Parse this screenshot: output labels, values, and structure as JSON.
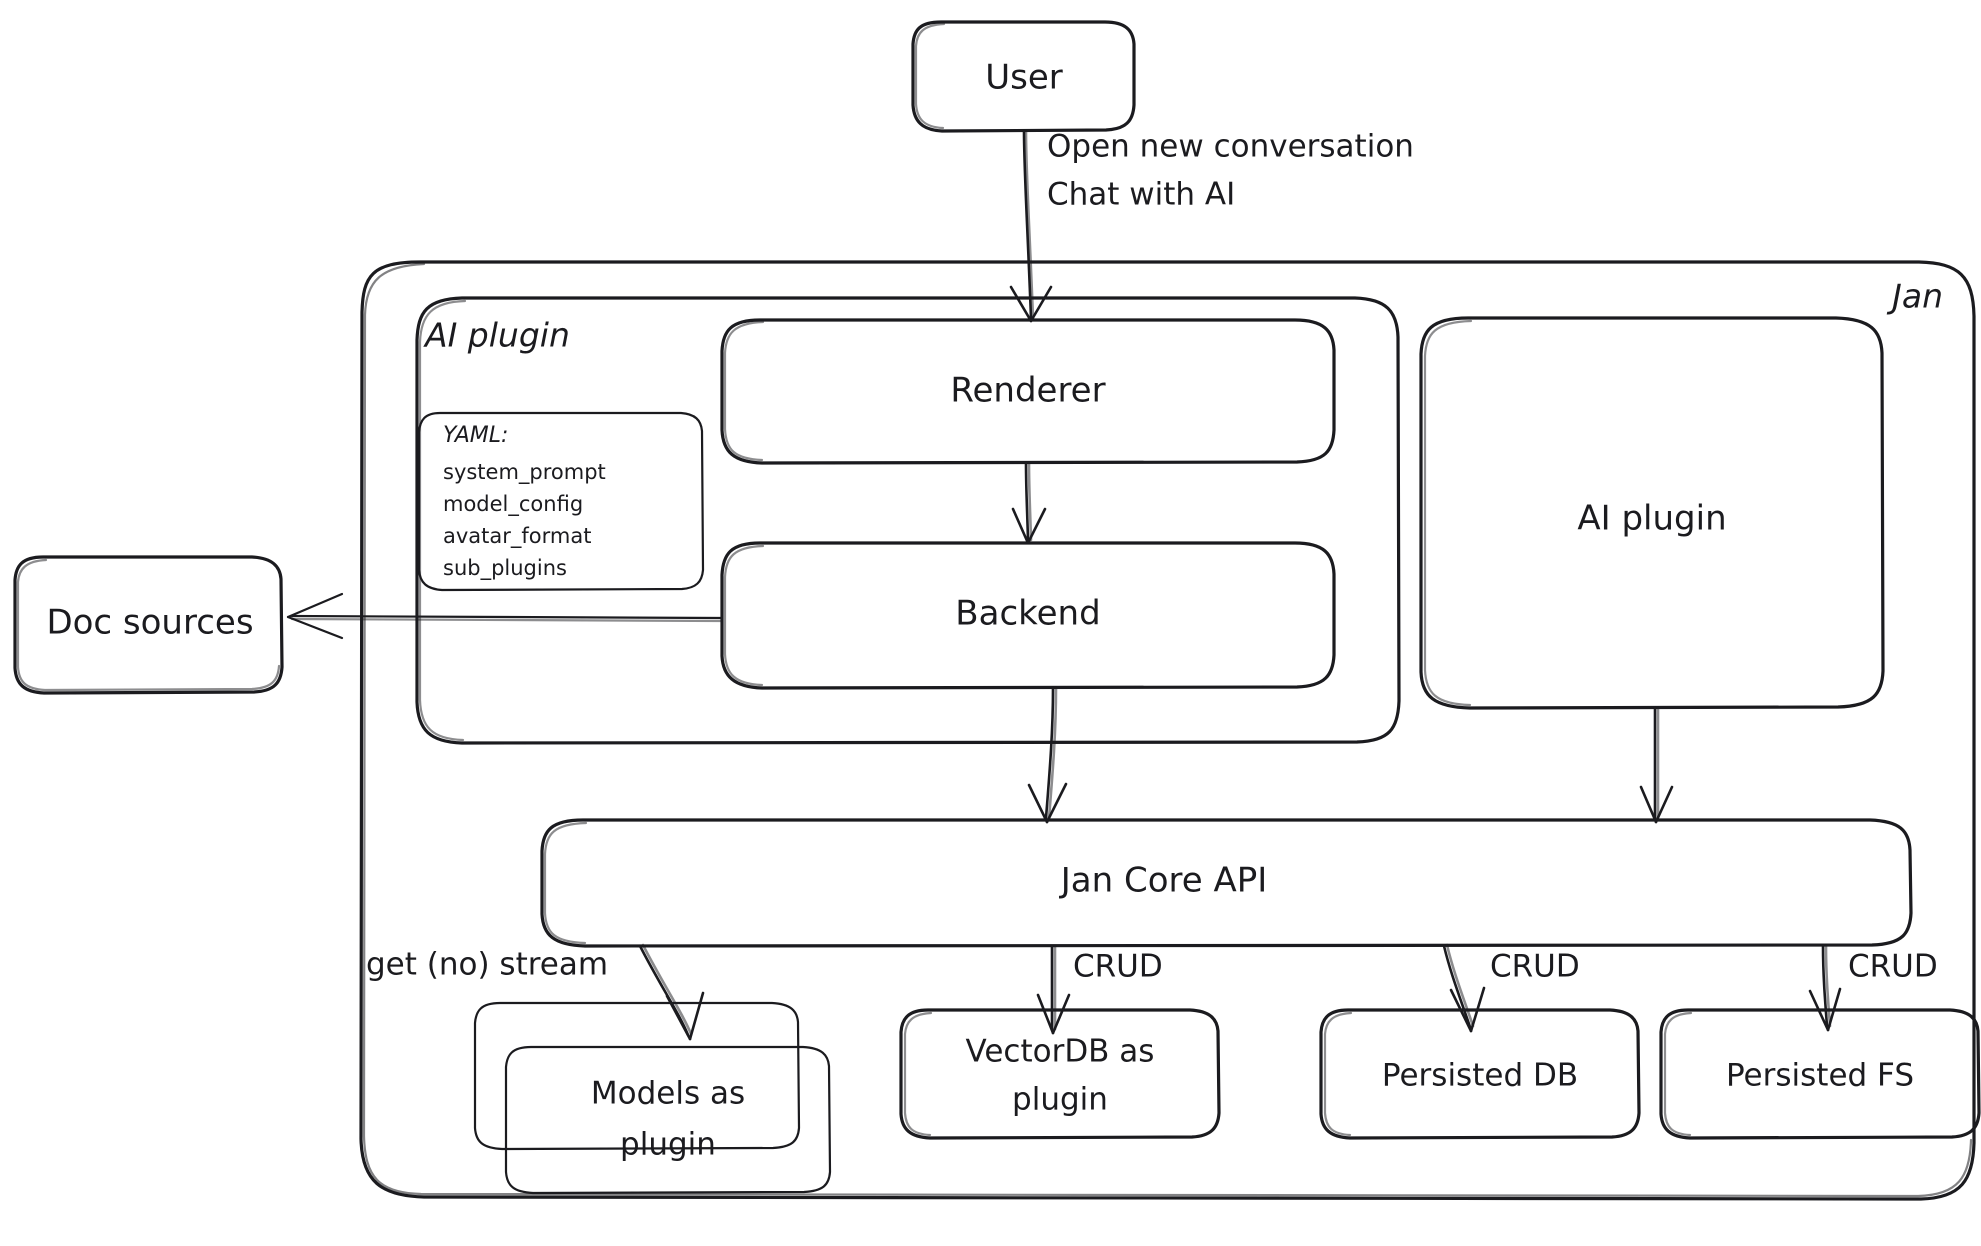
{
  "diagram": {
    "title": "Jan architecture diagram",
    "style": "hand-drawn",
    "background_color": "#ffffff",
    "stroke_color": "#1b1b1f"
  },
  "containers": {
    "jan": {
      "label": "Jan"
    },
    "ai_plugin_group": {
      "label": "AI plugin"
    }
  },
  "nodes": {
    "user": {
      "label": "User"
    },
    "renderer": {
      "label": "Renderer"
    },
    "backend": {
      "label": "Backend"
    },
    "ai_plugin_right": {
      "label": "AI plugin"
    },
    "doc_sources": {
      "label": "Doc sources"
    },
    "jan_core_api": {
      "label": "Jan Core API"
    },
    "models_plugin": {
      "label_line1": "Models as",
      "label_line2": "plugin"
    },
    "vectordb_plugin": {
      "label_line1": "VectorDB as",
      "label_line2": "plugin"
    },
    "persisted_db": {
      "label": "Persisted DB"
    },
    "persisted_fs": {
      "label": "Persisted FS"
    }
  },
  "yaml_card": {
    "heading": "YAML:",
    "keys": [
      "system_prompt",
      "model_config",
      "avatar_format",
      "sub_plugins"
    ]
  },
  "edges": {
    "user_to_renderer": {
      "label_line1": "Open new conversation",
      "label_line2": "Chat with AI"
    },
    "renderer_to_backend": {
      "label": ""
    },
    "backend_to_doc_sources": {
      "label": ""
    },
    "backend_to_core": {
      "label": ""
    },
    "ai_plugin_to_core": {
      "label": ""
    },
    "core_to_models": {
      "label": "get (no) stream"
    },
    "core_to_vectordb": {
      "label": "CRUD"
    },
    "core_to_persisted_db": {
      "label": "CRUD"
    },
    "core_to_persisted_fs": {
      "label": "CRUD"
    }
  }
}
